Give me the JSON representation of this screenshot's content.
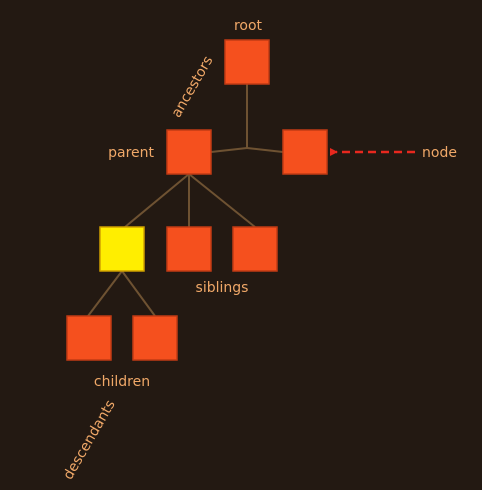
{
  "labels": {
    "root": "root",
    "ancestors": "ancestors",
    "parent": "parent",
    "node": "node",
    "siblings": "siblings",
    "children": "children",
    "descendants": "descendants"
  },
  "colors": {
    "background": "#231912",
    "node_fill": "#f5501e",
    "node_stroke": "#c13a14",
    "selected_fill": "#ffee00",
    "selected_stroke": "#d0a000",
    "edge": "#6e5232",
    "pointer_arrow": "#e8281e",
    "label": "#f0a868"
  }
}
